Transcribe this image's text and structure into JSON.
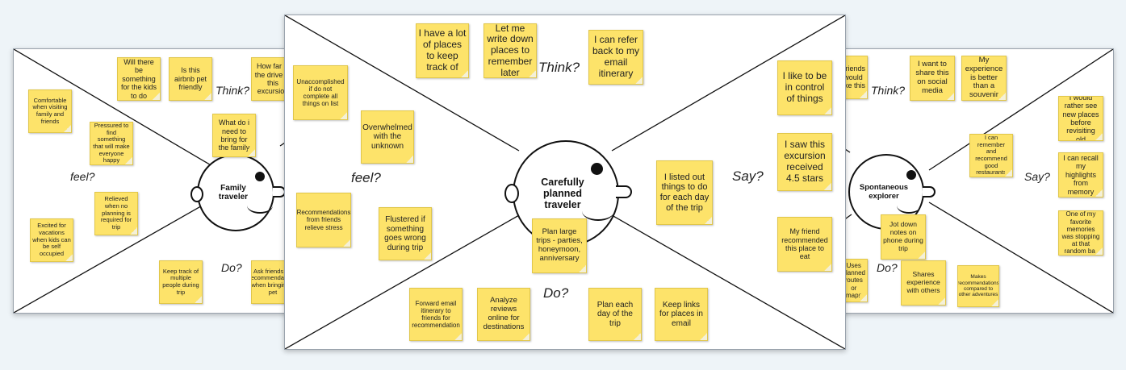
{
  "boards": {
    "family": {
      "persona": "Family traveler",
      "quadrants": {
        "think": "Think?",
        "feel": "feel?",
        "say": "",
        "do": "Do?"
      },
      "notes": [
        "Will there be something for the kids to do",
        "Is this airbnb pet friendly",
        "How far is the drive to this excursion",
        "What do i need to bring for the family",
        "Comfortable when visiting family and friends",
        "Pressured to find something that will make everyone happy",
        "Relieved when no planning is required for trip",
        "Excited for vacations when kids can be self occupied",
        "Keep track of multiple people during trip",
        "Ask friends for recommendations when bringing a pet"
      ]
    },
    "careful": {
      "persona": "Carefully planned traveler",
      "quadrants": {
        "think": "Think?",
        "feel": "feel?",
        "say": "Say?",
        "do": "Do?"
      },
      "notes": [
        "I have a lot of places to keep track of",
        "Let me write down places to remember later",
        "I can refer back to my email itinerary",
        "Unaccomplished if do not complete all things on list",
        "Overwhelmed with the unknown",
        "Recommendations from friends relieve stress",
        "Flustered if something goes wrong during trip",
        "Plan large trips - parties, honeymoon, anniversary",
        "I like to be in control of things",
        "I saw this excursion received 4.5 stars",
        "I listed out things to do for each day of the trip",
        "My friend recommended this place to eat",
        "Forward email itinerary to friends for recommendation",
        "Analyze reviews online for destinations",
        "Plan each day of the trip",
        "Keep links for places in email"
      ]
    },
    "spontaneous": {
      "persona": "Spontaneous explorer",
      "quadrants": {
        "think": "Think?",
        "feel": "",
        "say": "Say?",
        "do": "Do?"
      },
      "notes": [
        "Friends would like this",
        "I want to share this on social media",
        "My experience is better than a souvenir",
        "I would rather see new places before revisiting old",
        "I can remember and recommend good restaurants",
        "I can recall my highlights from memory",
        "One of my favorite memories was stopping at that random bar",
        "Jot down notes on phone during trip",
        "Shares experience with others",
        "Makes recommendations compared to other adventures",
        "Uses planned routes or maps"
      ]
    }
  }
}
